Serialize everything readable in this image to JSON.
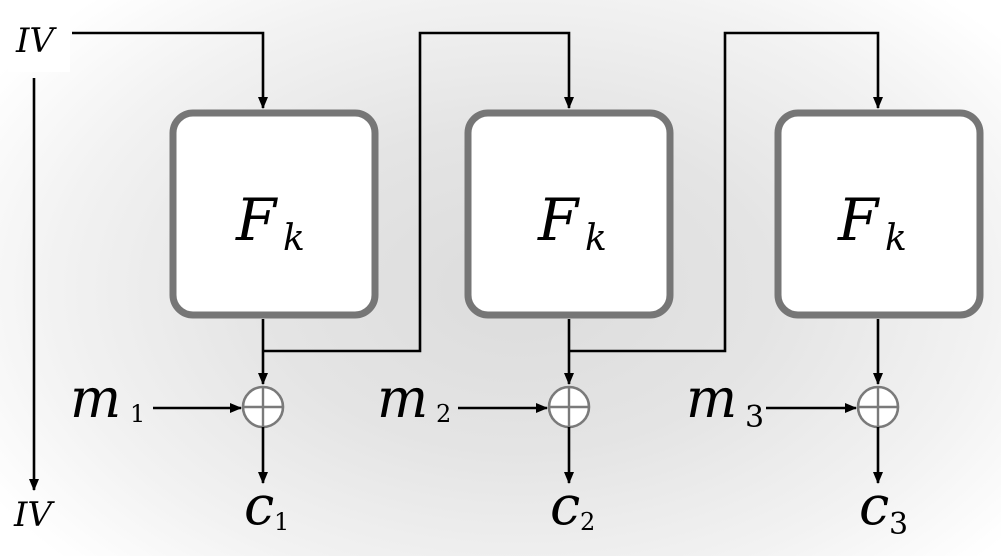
{
  "diagram": {
    "title": "CTR/OFB-style stream mode",
    "iv_top_label": "IV",
    "iv_bottom_label": "IV",
    "blocks": [
      {
        "label_main": "F",
        "label_sub": "k"
      },
      {
        "label_main": "F",
        "label_sub": "k"
      },
      {
        "label_main": "F",
        "label_sub": "k"
      }
    ],
    "messages": [
      {
        "label_main": "m",
        "label_sub": "1"
      },
      {
        "label_main": "m",
        "label_sub": "2"
      },
      {
        "label_main": "m",
        "label_sub": "3"
      }
    ],
    "ciphertexts": [
      {
        "label_main": "c",
        "label_sub": "1"
      },
      {
        "label_main": "c",
        "label_sub": "2"
      },
      {
        "label_main": "c",
        "label_sub": "3"
      }
    ],
    "xor_symbol": "xor-operator",
    "colors": {
      "box_border": "#767676",
      "xor_border": "#7a7a7a",
      "wire": "#000000",
      "background_center": "#dcdcdc",
      "background_edge": "#ffffff"
    }
  }
}
